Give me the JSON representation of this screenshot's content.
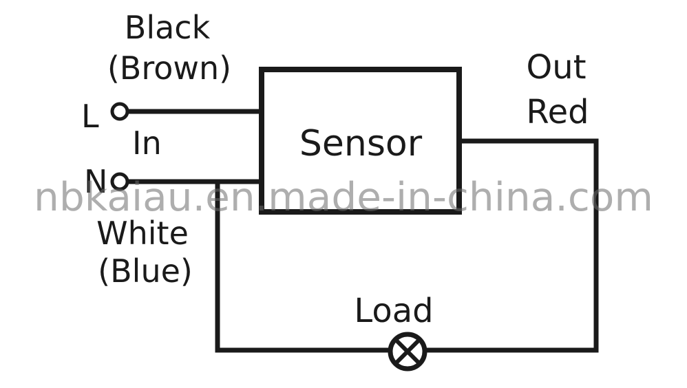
{
  "labels": {
    "line_color": "Black",
    "line_color_alt": "(Brown)",
    "line_terminal": "L",
    "input": "In",
    "neutral_terminal": "N",
    "neutral_color": "White",
    "neutral_color_alt": "(Blue)",
    "sensor": "Sensor",
    "output": "Out",
    "output_color": "Red",
    "load": "Load"
  },
  "watermark": "nbkaiau.en.made-in-china.com",
  "colors": {
    "ink": "#1a1a1a",
    "background": "#ffffff",
    "watermark": "#6b6b6b"
  },
  "icons": {
    "load_symbol": "lamp-cross-icon",
    "terminal": "terminal-circle-icon"
  }
}
